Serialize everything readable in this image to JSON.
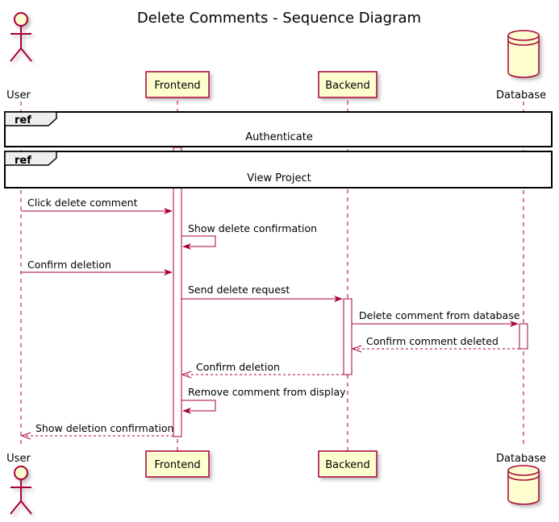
{
  "title": "Delete Comments - Sequence Diagram",
  "participants": {
    "user": "User",
    "frontend": "Frontend",
    "backend": "Backend",
    "database": "Database"
  },
  "refs": [
    {
      "tag": "ref",
      "label": "Authenticate"
    },
    {
      "tag": "ref",
      "label": "View Project"
    }
  ],
  "messages": [
    "Click delete comment",
    "Show delete confirmation",
    "Confirm deletion",
    "Send delete request",
    "Delete comment from database",
    "Confirm comment deleted",
    "Confirm deletion",
    "Remove comment from display",
    "Show deletion confirmation"
  ],
  "colors": {
    "line": "#a80036",
    "participant_fill": "#fefece",
    "ref_tab_fill": "#eeeeee"
  }
}
